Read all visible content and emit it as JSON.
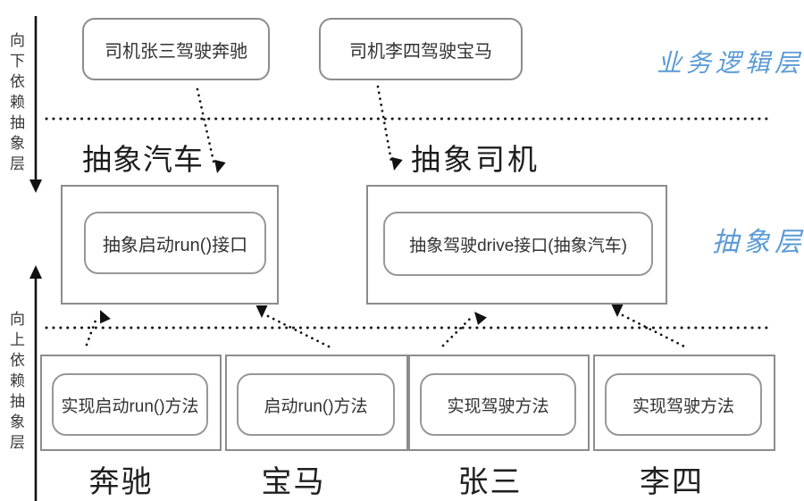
{
  "colors": {
    "accent_blue": "#5b9bd5",
    "box_border": "#8c8c8c",
    "text_dark": "#333333",
    "line_black": "#111111"
  },
  "rail": {
    "down_label": "向下依赖抽象层",
    "up_label": "向上依赖抽象层"
  },
  "business_layer": {
    "tag": "业务逻辑层",
    "boxes": [
      {
        "label": "司机张三驾驶奔驰"
      },
      {
        "label": "司机李四驾驶宝马"
      }
    ]
  },
  "abstract_layer": {
    "tag": "抽象层",
    "groups": [
      {
        "title": "抽象汽车",
        "interface": "抽象启动run()接口"
      },
      {
        "title": "抽象司机",
        "interface": "抽象驾驶drive接口(抽象汽车)"
      }
    ]
  },
  "implementation_layer": {
    "items": [
      {
        "method": "实现启动run()方法",
        "name": "奔驰"
      },
      {
        "method": "启动run()方法",
        "name": "宝马"
      },
      {
        "method": "实现驾驶方法",
        "name": "张三"
      },
      {
        "method": "实现驾驶方法",
        "name": "李四"
      }
    ]
  }
}
